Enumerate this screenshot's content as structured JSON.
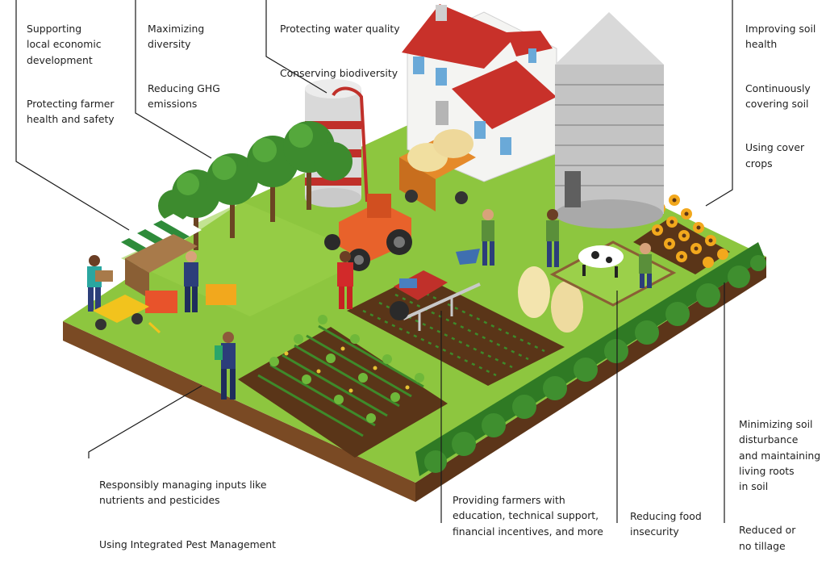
{
  "labels": {
    "top_left": [
      "Supporting\nlocal economic\ndevelopment",
      "Protecting farmer\nhealth and safety"
    ],
    "top_mid_left": [
      "Maximizing\ndiversity",
      "Reducing GHG\nemissions"
    ],
    "top_mid": [
      "Protecting water quality",
      "Conserving biodiversity"
    ],
    "top_right": [
      "Improving soil\nhealth",
      "Continuously\ncovering soil",
      "Using cover\ncrops"
    ],
    "bottom_left": [
      "Responsibly managing inputs like\nnutrients and pesticides",
      "Using Integrated Pest Management"
    ],
    "bottom_mid": [
      "Providing farmers with\neducation, technical support,\nfinancial incentives, and more"
    ],
    "bottom_mid_right": [
      "Reducing food\ninsecurity"
    ],
    "bottom_right": [
      "Minimizing soil\ndisturbance\nand maintaining\nliving roots\nin soil",
      "Reduced or\nno tillage"
    ]
  },
  "colors": {
    "grass": "#8dc63f",
    "grass_dark": "#5e9e2c",
    "soil_side": "#7a4a24",
    "soil_dark": "#4b2a12",
    "roof": "#c8312a",
    "silo": "#bdbdbd",
    "tractor": "#e8622b",
    "hedge": "#3f8f2f",
    "line": "#1a1a1a"
  }
}
